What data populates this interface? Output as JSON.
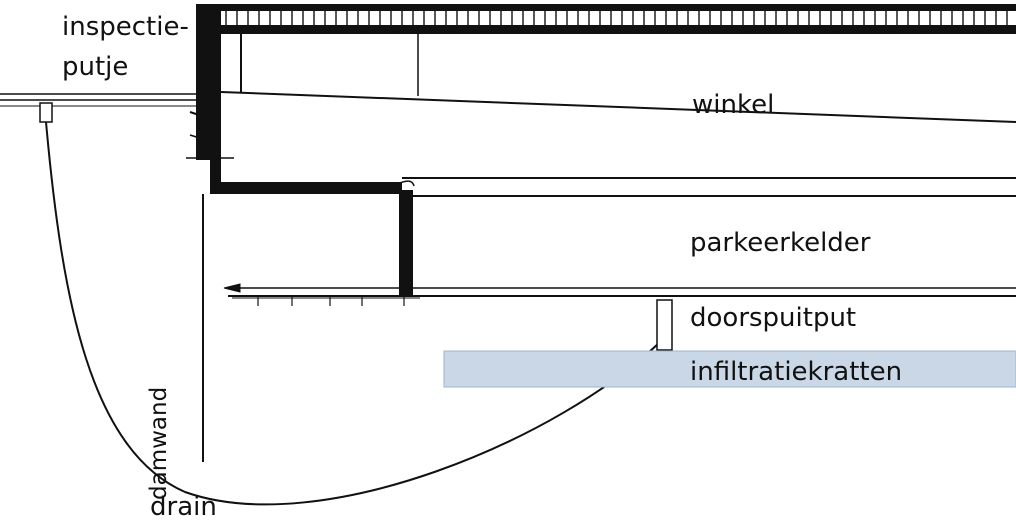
{
  "labels": {
    "inspectie_line1": "inspectie-",
    "inspectie_line2": "putje",
    "winkel": "winkel",
    "parkeerkelder": "parkeerkelder",
    "doorspuitput": "doorspuitput",
    "infiltratiekratten": "infiltratiekratten",
    "damwand": "damwand",
    "drain": "drain"
  },
  "colors": {
    "line": "#111111",
    "infiltration_fill": "#c9d7e7",
    "infiltration_stroke": "#9fb4cc"
  }
}
